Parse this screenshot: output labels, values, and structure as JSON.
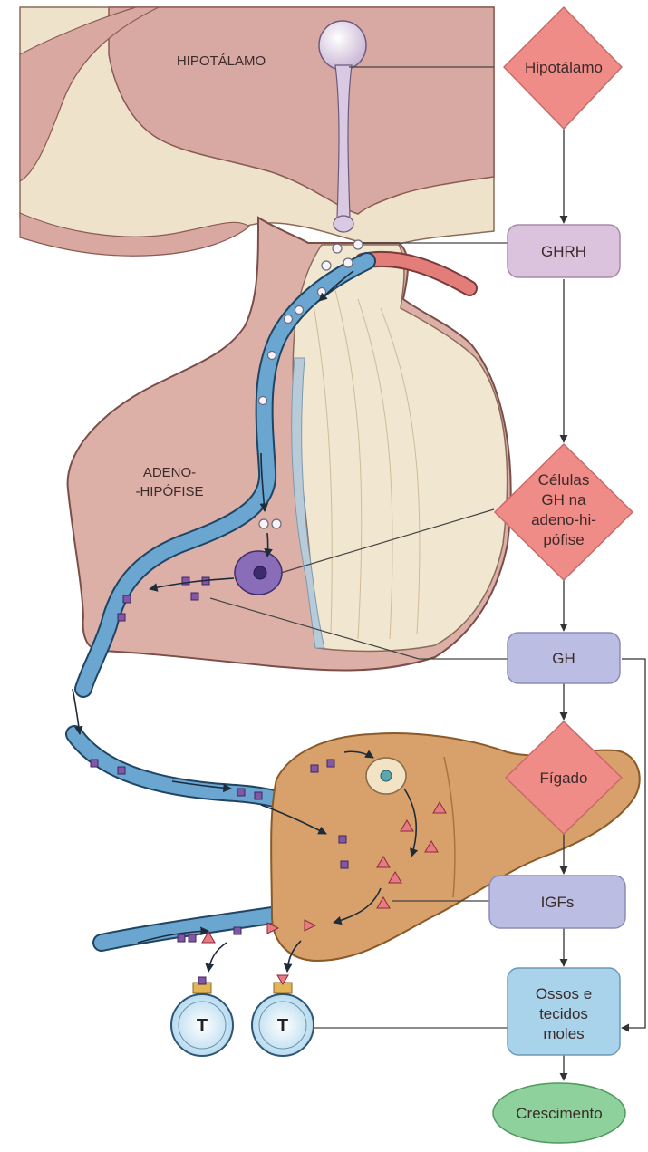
{
  "anatomy": {
    "hypothalamus_label": "HIPOTÁLAMO",
    "adenohypophysis_label_line1": "ADENO-",
    "adenohypophysis_label_line2": "-HIPÓFISE",
    "target_cell_label": "T"
  },
  "flow": {
    "hypothalamus": "Hipotálamo",
    "ghrh": "GHRH",
    "gh_cells": [
      "Células",
      "GH na",
      "adeno-hi-",
      "pófise"
    ],
    "gh": "GH",
    "liver": "Fígado",
    "igfs": "IGFs",
    "bones": [
      "Ossos e",
      "tecidos",
      "moles"
    ],
    "growth": "Crescimento"
  },
  "colors": {
    "diamond": "#ef8c88",
    "ghrh_box": "#dbc3dd",
    "gh_box": "#bcbde3",
    "bones_box": "#a9d3ea",
    "growth_oval": "#8fd19c",
    "vessel": "#5f9cc9",
    "liver": "#d9a46a",
    "hypothalamus_tissue": "#f0e3cc",
    "pituitary": "#dfb6ad"
  }
}
